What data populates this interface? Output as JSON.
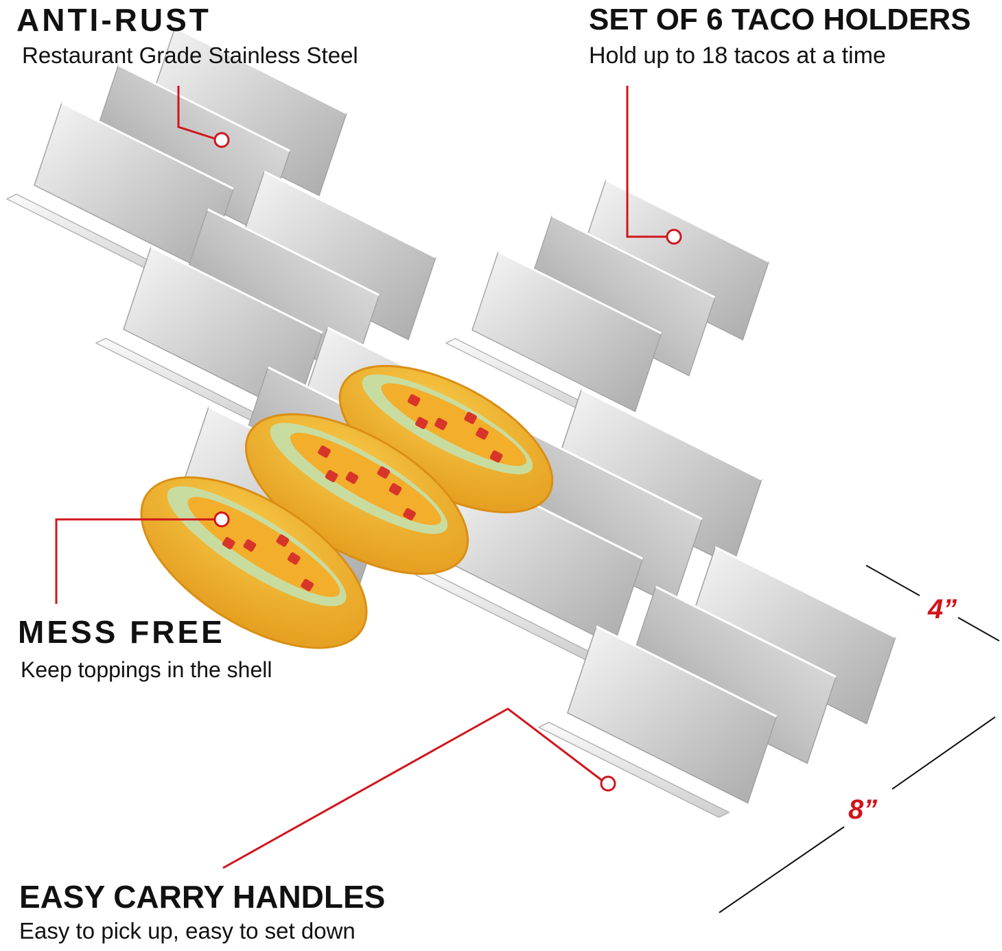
{
  "features": {
    "anti_rust": {
      "title": "ANTI-RUST",
      "subtitle": "Restaurant Grade Stainless Steel"
    },
    "set_of_six": {
      "title": "SET OF 6 TACO HOLDERS",
      "subtitle": "Hold up to 18 tacos at a time"
    },
    "mess_free": {
      "title": "MESS FREE",
      "subtitle": "Keep toppings in the shell"
    },
    "easy_carry": {
      "title": "EASY CARRY HANDLES",
      "subtitle": "Easy to pick up, easy to set down"
    }
  },
  "dimensions": {
    "width_label": "4”",
    "length_label": "8”"
  },
  "colors": {
    "callout": "#d0151c",
    "steel_light": "#f2f2f2",
    "steel_mid": "#c9c9c9",
    "steel_dark": "#9a9a9a",
    "shell": "#f2b630",
    "shell_edge": "#d98f14",
    "cheese": "#f7a81f",
    "lettuce": "#c9dca0",
    "tomato": "#d8352a"
  }
}
